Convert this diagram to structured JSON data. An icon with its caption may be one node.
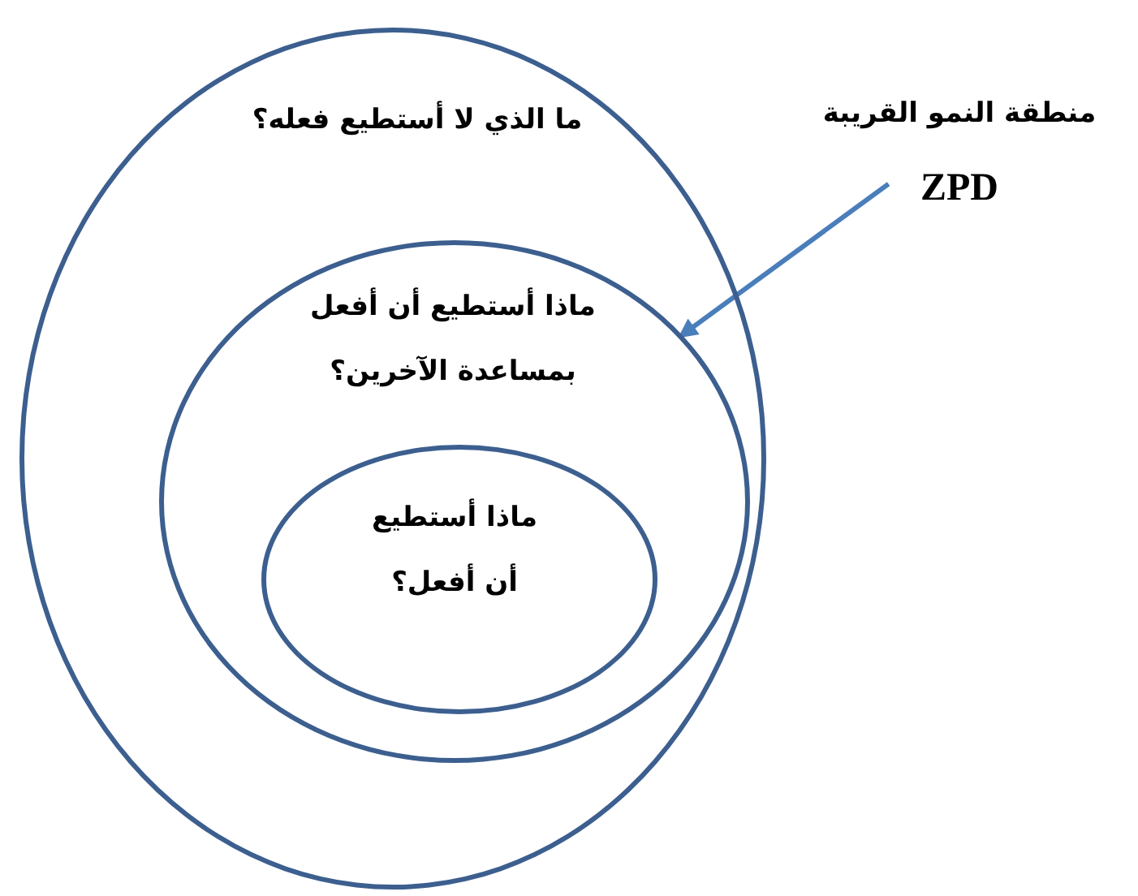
{
  "diagram": {
    "nodes": [
      {
        "text": [
          "ما الذي لا أستطيع فعله؟"
        ]
      },
      {
        "text": [
          "ماذا أستطيع أن أفعل بمساعدة الآخرين؟"
        ],
        "in": 0
      },
      {
        "text": [
          "ماذا أستطيع أن أفعل؟"
        ],
        "in": 1
      },
      {
        "text": [
          "منطقة النمو القريبة",
          "ZPD"
        ]
      }
    ],
    "edges": [
      {
        "from": 3,
        "to": 1,
        "arrow": "to"
      }
    ]
  }
}
